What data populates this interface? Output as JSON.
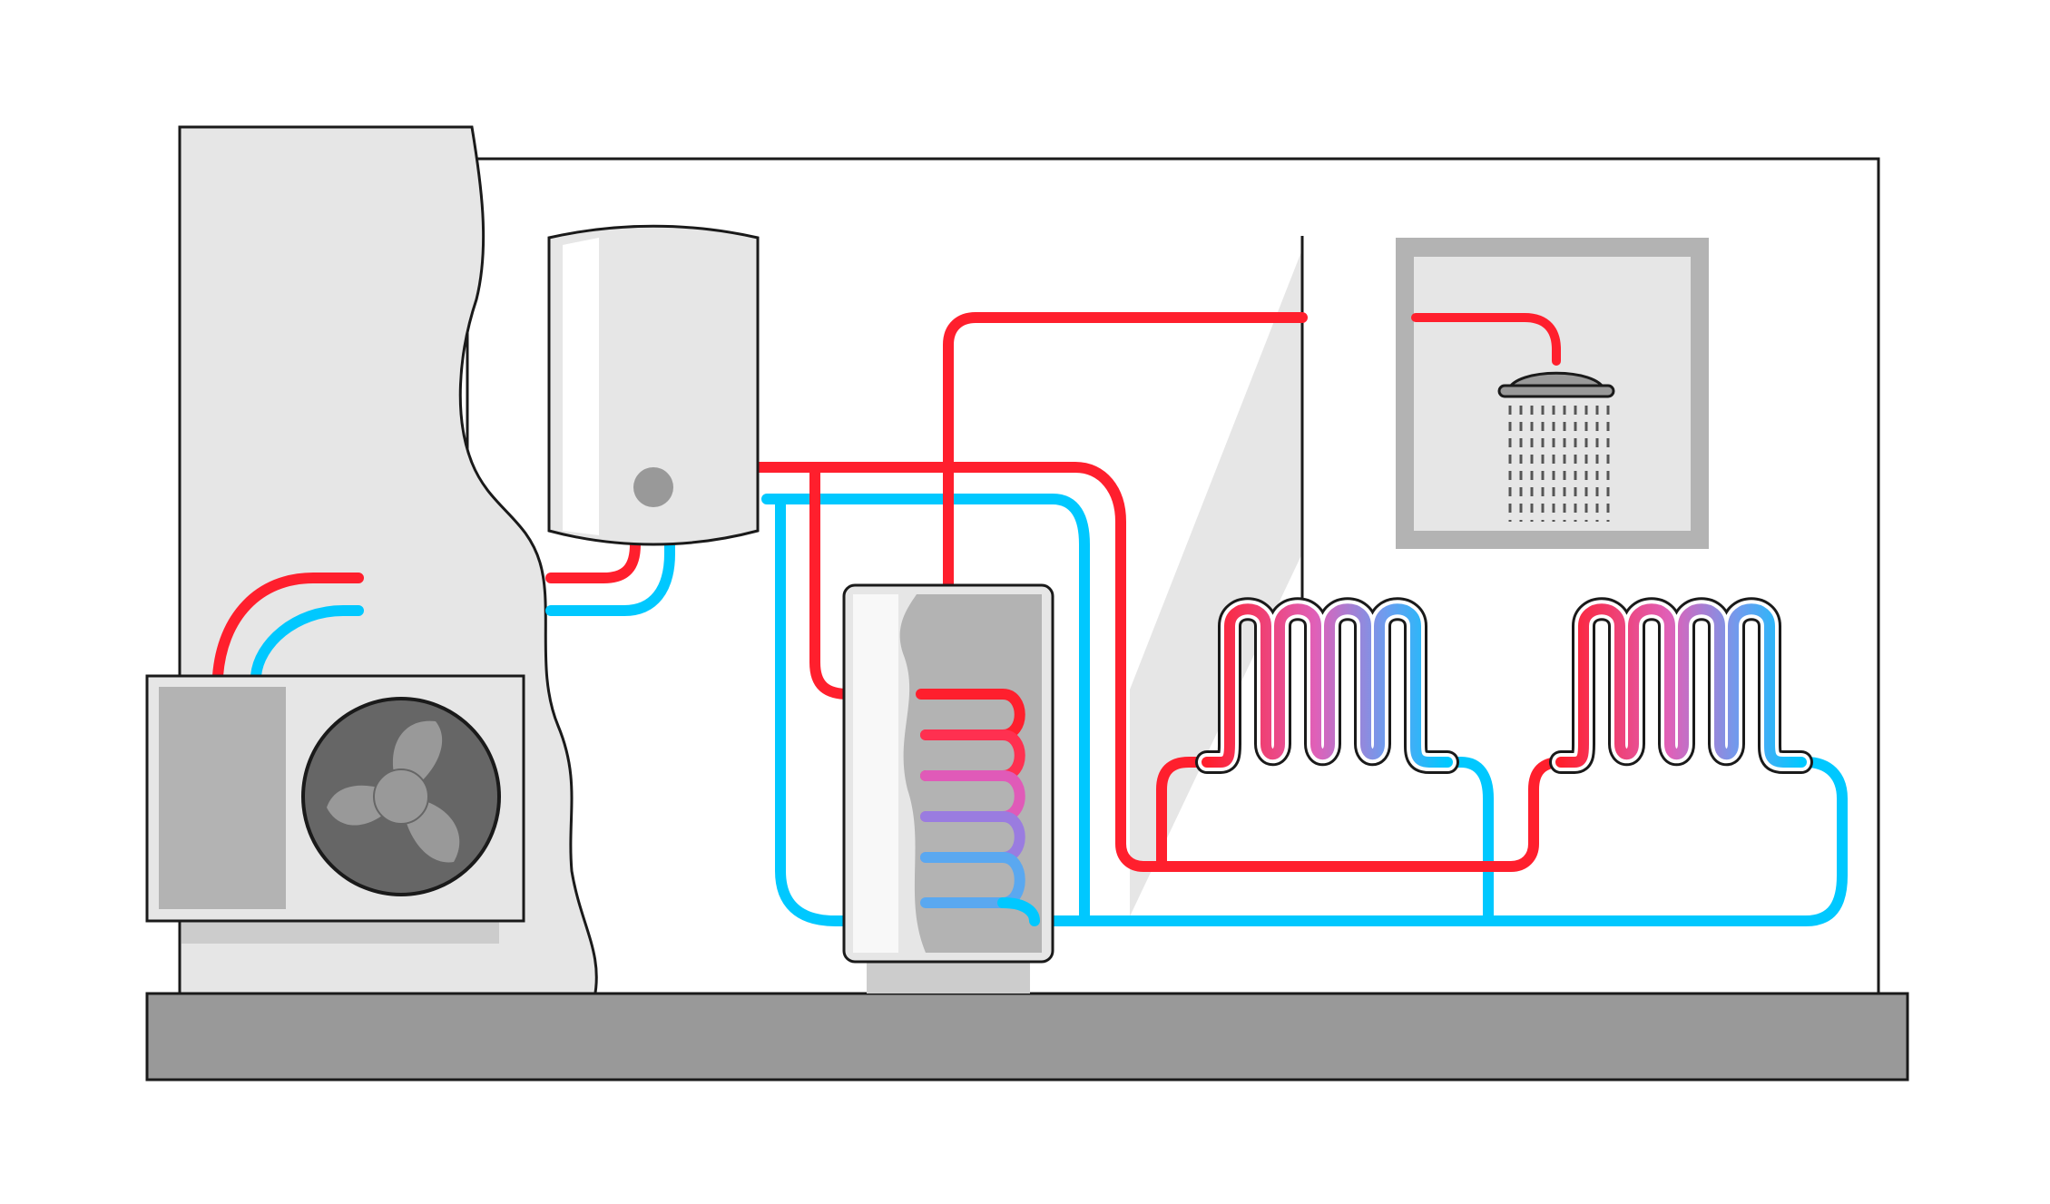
{
  "diagram": {
    "kind": "heat-pump-heating-and-hot-water-system",
    "labels": [],
    "components": [
      {
        "id": "outdoor-unit",
        "icon": "heat-pump-fan-icon"
      },
      {
        "id": "wall-boiler",
        "icon": "boiler-icon"
      },
      {
        "id": "hot-water-cylinder",
        "icon": "storage-tank-icon"
      },
      {
        "id": "radiator-1",
        "icon": "radiator-icon"
      },
      {
        "id": "radiator-2",
        "icon": "radiator-icon"
      },
      {
        "id": "shower",
        "icon": "shower-icon"
      }
    ],
    "pipe_legend_colors": {
      "hot_flow": "#ff1f2d",
      "cold_return": "#00c8ff",
      "mid_warm": "#e05ab8",
      "mid_cool": "#5aa8f0"
    },
    "palette": {
      "wall": "#e6e6e6",
      "floor": "#999999",
      "unit_body": "#e6e6e6",
      "unit_panel": "#b3b3b3",
      "fan_dark": "#666666",
      "fan_blade": "#999999",
      "shower_frame": "#b3b3b3",
      "outline": "#1a1a1a"
    }
  }
}
